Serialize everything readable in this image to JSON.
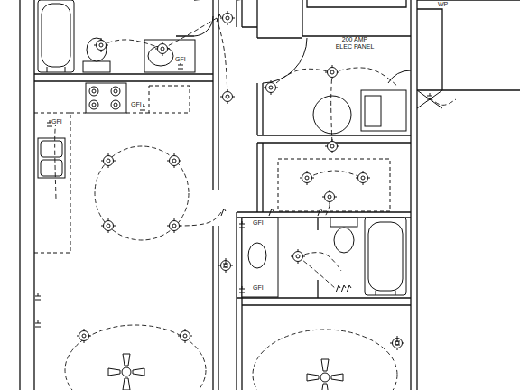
{
  "diagram": {
    "labels": [
      "WP",
      "GFI",
      "200 AMP ELEC PANEL",
      "GFI",
      "GFI",
      "GFI",
      "GFI"
    ]
  }
}
